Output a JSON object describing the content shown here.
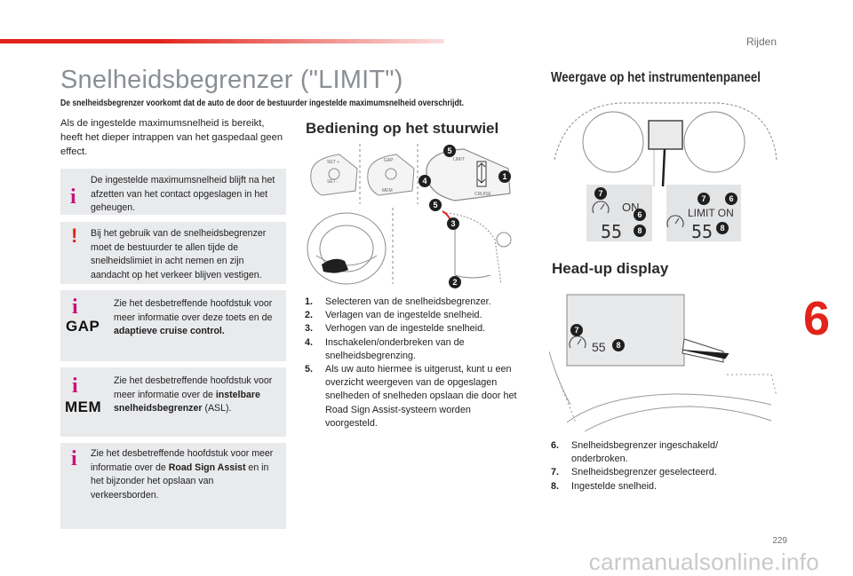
{
  "header": {
    "section": "Rijden"
  },
  "title": "Snelheidsbegrenzer (\"LIMIT\")",
  "subtitle": "De snelheidsbegrenzer voorkomt dat de auto de door de bestuurder ingestelde maximumsnelheid overschrijdt.",
  "intro": "Als de ingestelde maximumsnelheid is bereikt, heeft het dieper intrappen van het gaspedaal geen effect.",
  "notes": {
    "memory": "De ingestelde maximumsnelheid blijft na het afzetten van het contact opgeslagen in het geheugen.",
    "warning": "Bij het gebruik van de snelheidsbegrenzer moet de bestuurder te allen tijde de snelheidslimiet in acht nemen en zijn aandacht op het verkeer blijven vestigen.",
    "gap": {
      "tag": "GAP",
      "text": "Zie het desbetreffende hoofdstuk voor meer informatie over deze toets en de ",
      "bold": "adaptieve cruise control."
    },
    "mem": {
      "tag": "MEM",
      "text": "Zie het desbetreffende hoofdstuk voor meer informatie over de ",
      "bold": "instelbare snelheidsbegrenzer",
      "after": " (ASL)."
    },
    "road": {
      "text": "Zie het desbetreffende hoofdstuk voor meer informatie over de ",
      "bold": "Road Sign Assist",
      "after": " en in het bijzonder het opslaan van verkeersborden."
    }
  },
  "steering": {
    "heading": "Bediening op het stuurwiel",
    "items": [
      {
        "n": "1.",
        "text": "Selecteren van de snelheidsbegrenzer."
      },
      {
        "n": "2.",
        "text": "Verlagen van de ingestelde snelheid."
      },
      {
        "n": "3.",
        "text": "Verhogen van de ingestelde snelheid."
      },
      {
        "n": "4.",
        "text": "Inschakelen/onderbreken van de snelheidsbegrenzing."
      },
      {
        "n": "5.",
        "text": "Als uw auto hiermee is uitgerust, kunt u een overzicht weergeven van de opgeslagen snelheden of snelheden opslaan die door het Road Sign Assist-systeem worden voorgesteld."
      }
    ],
    "stalk_labels": {
      "gap": "GAP",
      "mem": "MEM",
      "set1": "SET +",
      "set2": "SET -",
      "limit": "LIMIT",
      "cruise": "CRUISE"
    }
  },
  "cluster": {
    "heading": "Weergave op het instrumentenpaneel",
    "panel1": {
      "status": "ON",
      "speed": "55"
    },
    "panel2": {
      "status": "LIMIT  ON",
      "speed": "55"
    }
  },
  "hud": {
    "heading": "Head-up display",
    "speed": "55",
    "items": [
      {
        "n": "6.",
        "text": "Snelheidsbegrenzer ingeschakeld/ onderbroken."
      },
      {
        "n": "7.",
        "text": "Snelheidsbegrenzer geselecteerd."
      },
      {
        "n": "8.",
        "text": "Ingestelde snelheid."
      }
    ]
  },
  "callouts": {
    "c1": "1",
    "c2": "2",
    "c3": "3",
    "c4": "4",
    "c5": "5",
    "c6": "6",
    "c7": "7",
    "c8": "8"
  },
  "chapter": "6",
  "page_number": "229",
  "watermark": "carmanualsonline.info",
  "colors": {
    "accent": "#e2231a",
    "info_icon": "#c8117a",
    "box_bg": "#e9eaec",
    "title": "#8a8f95"
  },
  "icons": {
    "info": "info-icon",
    "warning": "warning-exclamation-icon",
    "speedometer": "speedometer-icon"
  }
}
